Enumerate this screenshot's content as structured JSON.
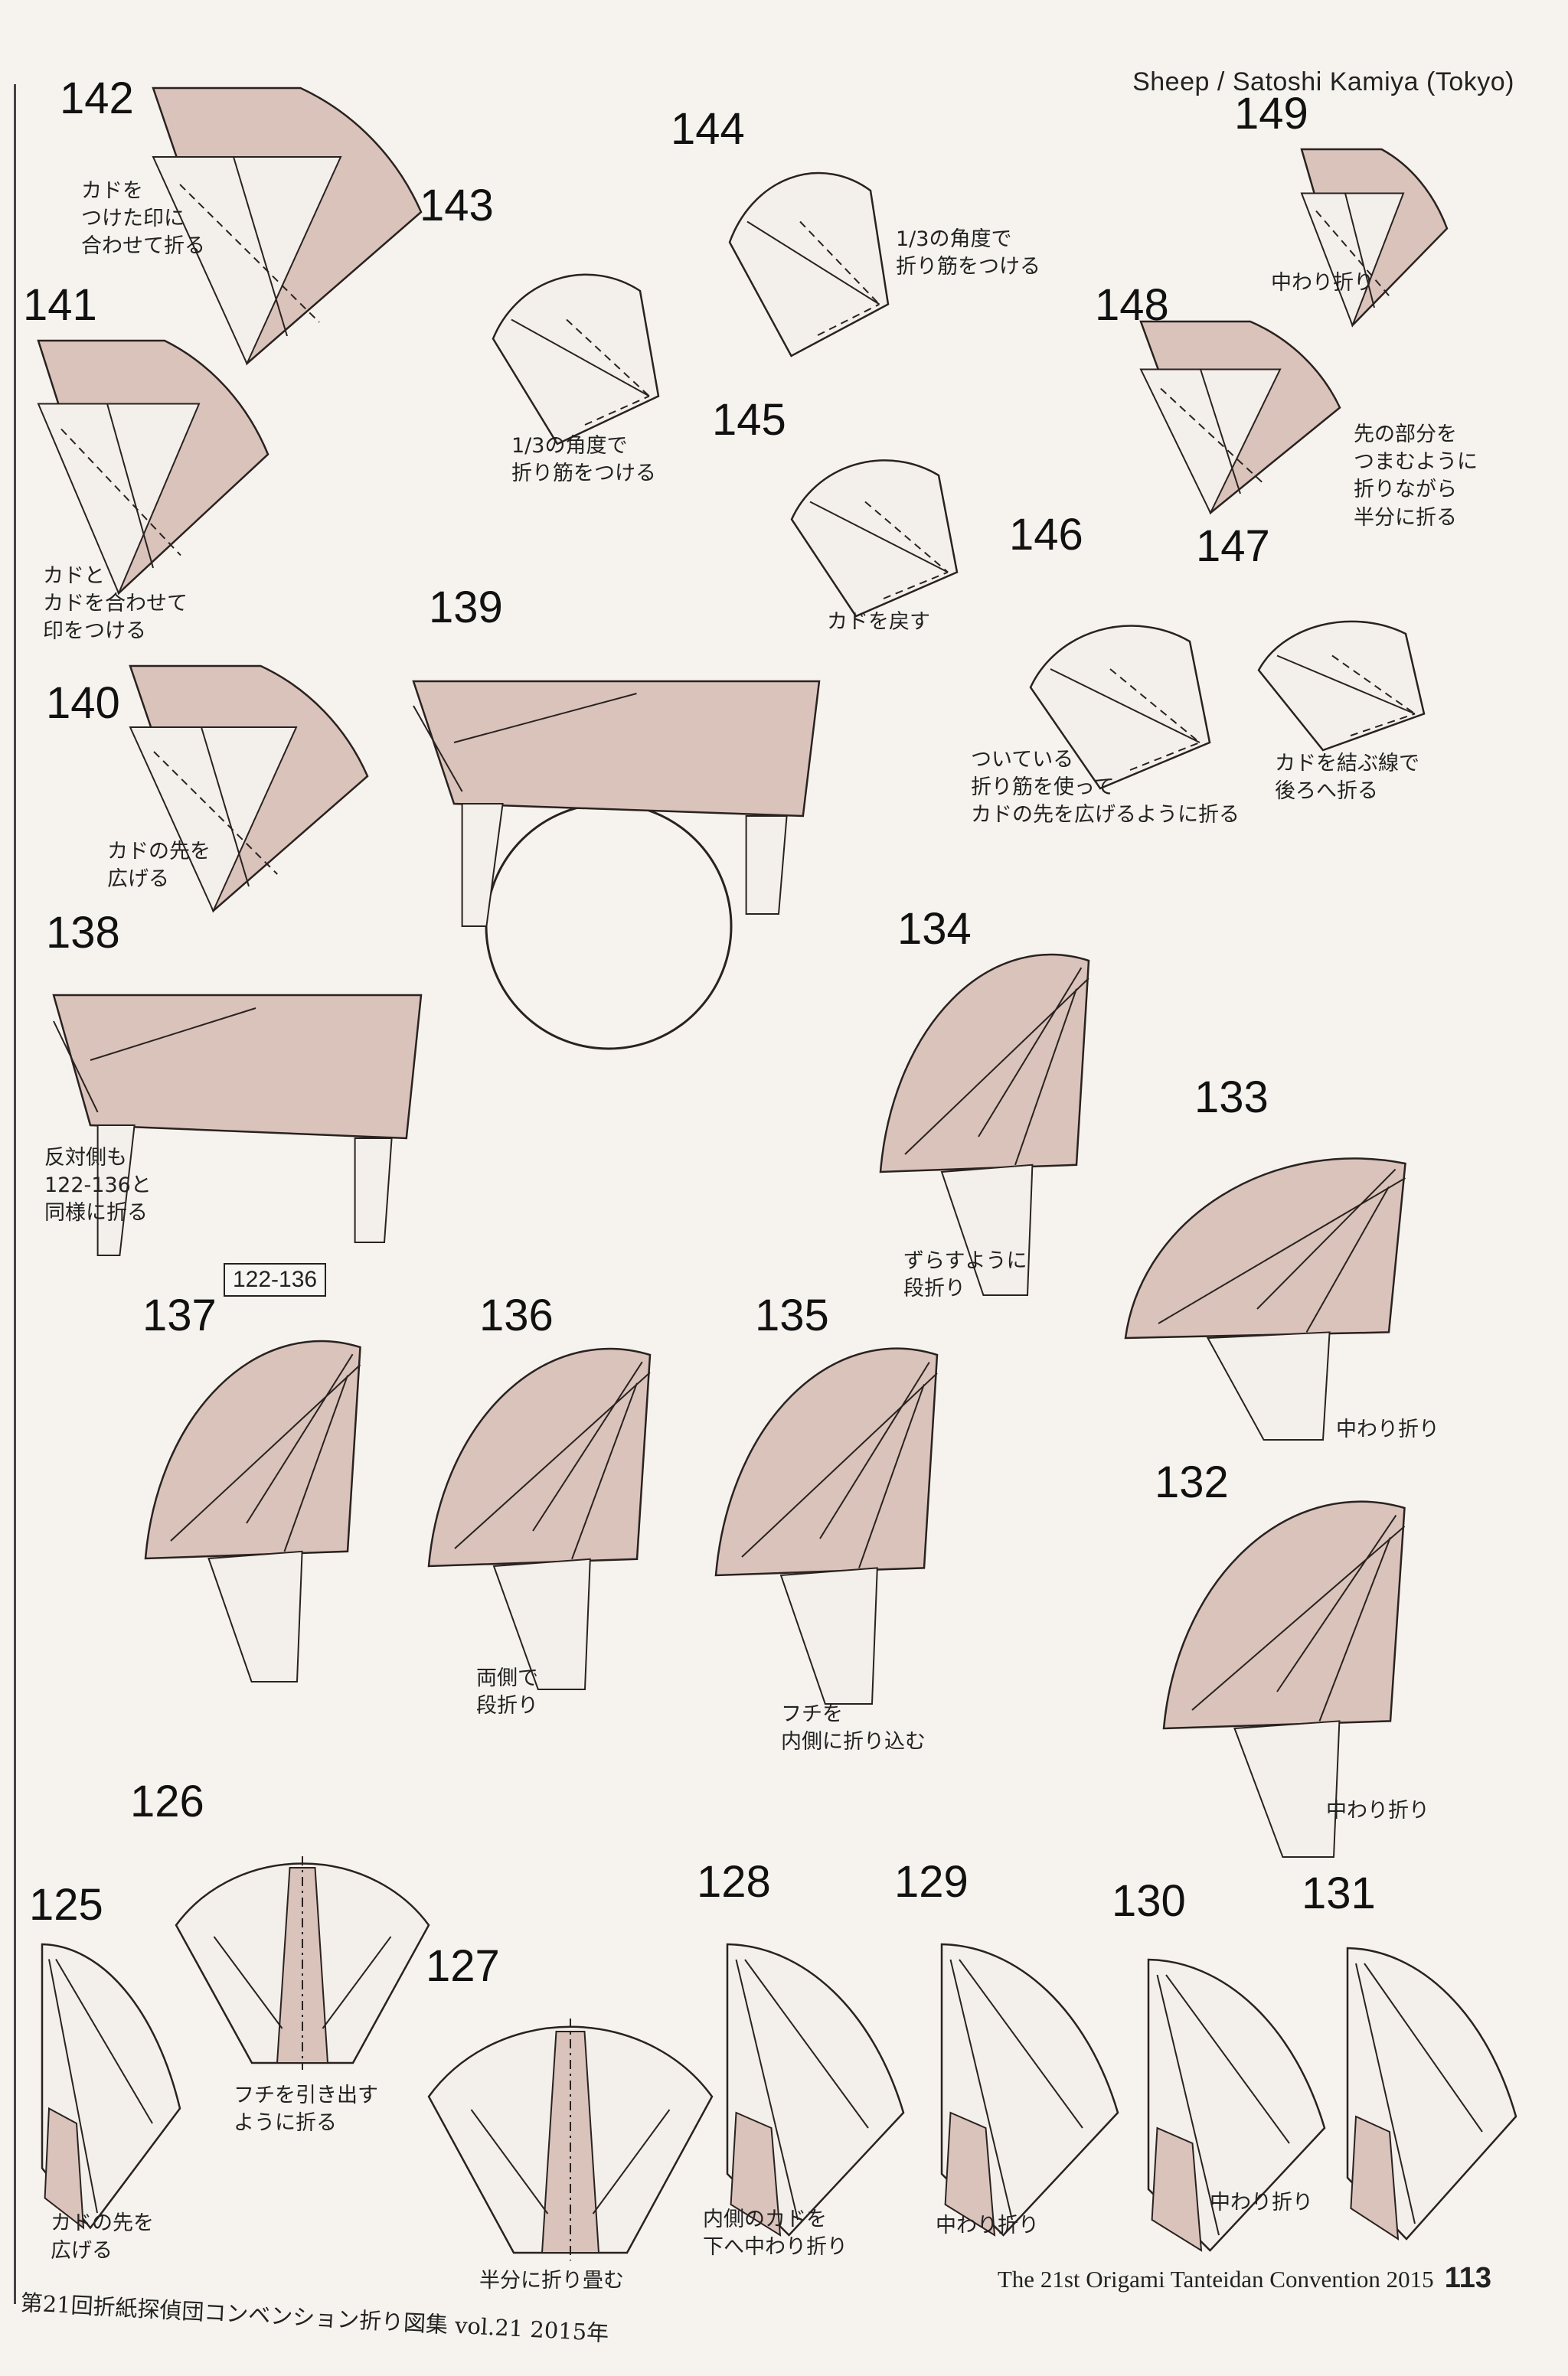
{
  "header": {
    "model": "Sheep",
    "separator": "/",
    "designer": "Satoshi Kamiya (Tokyo)"
  },
  "steps": [
    {
      "id": "142",
      "label": "142",
      "lines": [
        "カドを",
        "つけた印に",
        "合わせて折る"
      ]
    },
    {
      "id": "143",
      "label": "143",
      "lines": [
        "1/3の角度で",
        "折り筋をつける"
      ]
    },
    {
      "id": "144",
      "label": "144",
      "lines": [
        "1/3の角度で",
        "折り筋をつける"
      ]
    },
    {
      "id": "149",
      "label": "149",
      "lines": [
        "中わり折り"
      ]
    },
    {
      "id": "148",
      "label": "148",
      "lines": [
        "先の部分を",
        "つまむように",
        "折りながら",
        "半分に折る"
      ]
    },
    {
      "id": "141",
      "label": "141",
      "lines": [
        "カドと",
        "カドを合わせて",
        "印をつける"
      ]
    },
    {
      "id": "145",
      "label": "145",
      "lines": [
        "カドを戻す"
      ]
    },
    {
      "id": "146",
      "label": "146",
      "lines": [
        "ついている",
        "折り筋を使って",
        "カドの先を広げるように折る"
      ]
    },
    {
      "id": "147",
      "label": "147",
      "lines": [
        "カドを結ぶ線で",
        "後ろへ折る"
      ]
    },
    {
      "id": "139",
      "label": "139",
      "lines": []
    },
    {
      "id": "140",
      "label": "140",
      "lines": [
        "カドの先を",
        "広げる"
      ]
    },
    {
      "id": "138",
      "label": "138",
      "lines": [
        "反対側も",
        "122-136と",
        "同様に折る"
      ]
    },
    {
      "id": "134",
      "label": "134",
      "lines": [
        "ずらすように",
        "段折り"
      ]
    },
    {
      "id": "133",
      "label": "133",
      "lines": [
        "中わり折り"
      ]
    },
    {
      "id": "137",
      "label": "137",
      "lines": []
    },
    {
      "id": "136",
      "label": "136",
      "lines": [
        "両側で",
        "段折り"
      ]
    },
    {
      "id": "135",
      "label": "135",
      "lines": [
        "フチを",
        "内側に折り込む"
      ]
    },
    {
      "id": "132",
      "label": "132",
      "lines": [
        "中わり折り"
      ]
    },
    {
      "id": "126",
      "label": "126",
      "lines": [
        "フチを引き出す",
        "ように折る"
      ]
    },
    {
      "id": "125",
      "label": "125",
      "lines": [
        "カドの先を",
        "広げる"
      ]
    },
    {
      "id": "127",
      "label": "127",
      "lines": [
        "半分に折り畳む"
      ]
    },
    {
      "id": "128",
      "label": "128",
      "lines": [
        "内側のカドを",
        "下へ中わり折り"
      ]
    },
    {
      "id": "129",
      "label": "129",
      "lines": [
        "中わり折り"
      ]
    },
    {
      "id": "130",
      "label": "130",
      "lines": [
        "中わり折り"
      ]
    },
    {
      "id": "131",
      "label": "131",
      "lines": []
    }
  ],
  "reference_box": "122-136",
  "footer": {
    "convention": "The 21st Origami Tanteidan Convention 2015",
    "page_number": "113",
    "book_title": "第21回折紙探偵団コンベンション折り図集 vol.21 2015年"
  },
  "colors": {
    "paper_shade": "#d9c3bb",
    "paper_light": "#f3efea",
    "ink": "#2a2220",
    "background": "#f6f3ee"
  }
}
